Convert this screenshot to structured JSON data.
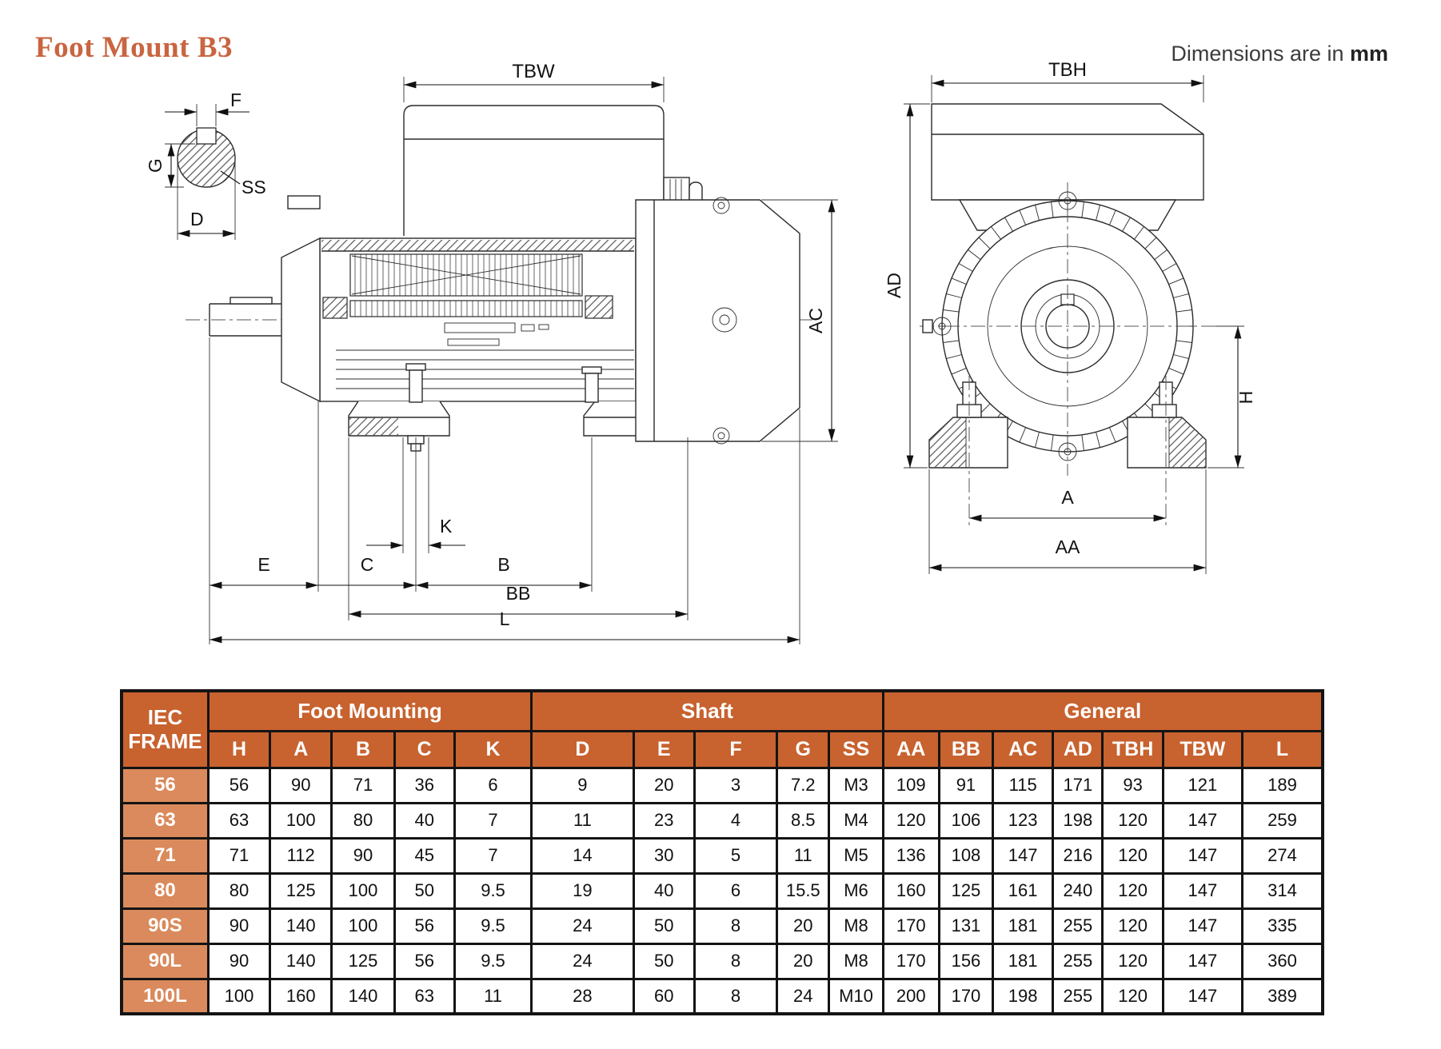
{
  "page": {
    "title": "Foot Mount B3",
    "units_note_prefix": "Dimensions are in ",
    "units_note_bold": "mm"
  },
  "colors": {
    "accent_title": "#C96540",
    "table_header_bg": "#C8622F",
    "table_frame_bg": "#DA8A5C",
    "table_border": "#141414",
    "header_text": "#FFFFFF"
  },
  "drawing": {
    "labels": {
      "tbw": "TBW",
      "tbh": "TBH",
      "f": "F",
      "g": "G",
      "d": "D",
      "ss": "SS",
      "k": "K",
      "e": "E",
      "c": "C",
      "b": "B",
      "bb": "BB",
      "l": "L",
      "ac": "AC",
      "ad": "AD",
      "h": "H",
      "a": "A",
      "aa": "AA"
    }
  },
  "table": {
    "frame_header": "IEC FRAME",
    "groups": [
      {
        "label": "Foot Mounting",
        "span": 5
      },
      {
        "label": "Shaft",
        "span": 5
      },
      {
        "label": "General",
        "span": 7
      }
    ],
    "columns": [
      "H",
      "A",
      "B",
      "C",
      "K",
      "D",
      "E",
      "F",
      "G",
      "SS",
      "AA",
      "BB",
      "AC",
      "AD",
      "TBH",
      "TBW",
      "L"
    ],
    "rows": [
      {
        "frame": "56",
        "values": [
          "56",
          "90",
          "71",
          "36",
          "6",
          "9",
          "20",
          "3",
          "7.2",
          "M3",
          "109",
          "91",
          "115",
          "171",
          "93",
          "121",
          "189"
        ]
      },
      {
        "frame": "63",
        "values": [
          "63",
          "100",
          "80",
          "40",
          "7",
          "11",
          "23",
          "4",
          "8.5",
          "M4",
          "120",
          "106",
          "123",
          "198",
          "120",
          "147",
          "259"
        ]
      },
      {
        "frame": "71",
        "values": [
          "71",
          "112",
          "90",
          "45",
          "7",
          "14",
          "30",
          "5",
          "11",
          "M5",
          "136",
          "108",
          "147",
          "216",
          "120",
          "147",
          "274"
        ]
      },
      {
        "frame": "80",
        "values": [
          "80",
          "125",
          "100",
          "50",
          "9.5",
          "19",
          "40",
          "6",
          "15.5",
          "M6",
          "160",
          "125",
          "161",
          "240",
          "120",
          "147",
          "314"
        ]
      },
      {
        "frame": "90S",
        "values": [
          "90",
          "140",
          "100",
          "56",
          "9.5",
          "24",
          "50",
          "8",
          "20",
          "M8",
          "170",
          "131",
          "181",
          "255",
          "120",
          "147",
          "335"
        ]
      },
      {
        "frame": "90L",
        "values": [
          "90",
          "140",
          "125",
          "56",
          "9.5",
          "24",
          "50",
          "8",
          "20",
          "M8",
          "170",
          "156",
          "181",
          "255",
          "120",
          "147",
          "360"
        ]
      },
      {
        "frame": "100L",
        "values": [
          "100",
          "160",
          "140",
          "63",
          "11",
          "28",
          "60",
          "8",
          "24",
          "M10",
          "200",
          "170",
          "198",
          "255",
          "120",
          "147",
          "389"
        ]
      }
    ]
  }
}
